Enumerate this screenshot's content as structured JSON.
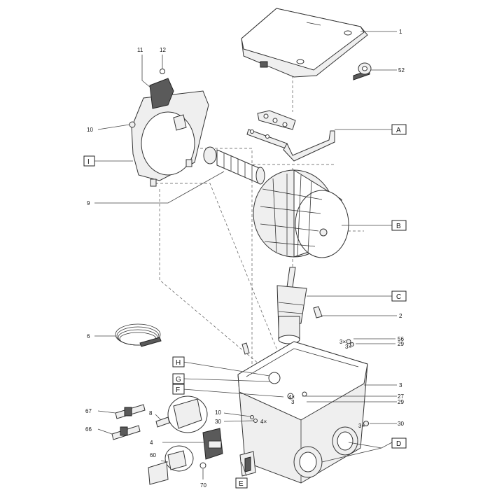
{
  "diagram": {
    "part_numbers": [
      "1",
      "52",
      "11",
      "12",
      "10",
      "9",
      "6",
      "2",
      "56",
      "29",
      "3",
      "27",
      "29",
      "10",
      "30",
      "8",
      "4",
      "67",
      "66",
      "60",
      "70",
      "30"
    ],
    "multipliers": [
      "3×",
      "3×",
      "4×",
      "3",
      "4×",
      "3×"
    ],
    "group_labels": [
      "A",
      "B",
      "C",
      "D",
      "E",
      "F",
      "G",
      "H",
      "I"
    ]
  }
}
